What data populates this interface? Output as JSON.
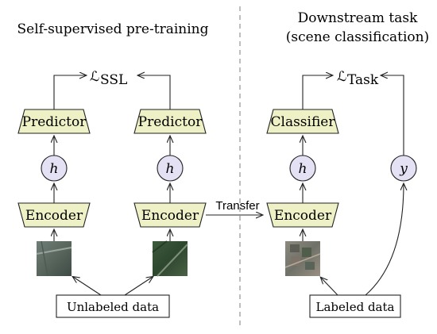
{
  "sections": {
    "left_title": "Self-supervised pre-training",
    "right_title_line1": "Downstream task",
    "right_title_line2": "(scene classification)"
  },
  "blocks": {
    "predictor": "Predictor",
    "classifier": "Classifier",
    "encoder": "Encoder"
  },
  "variables": {
    "representation": "h",
    "label": "y"
  },
  "losses": {
    "ssl_symbol": "ℒ",
    "ssl_subscript": "SSL",
    "task_symbol": "ℒ",
    "task_subscript": "Task"
  },
  "transfer_label": "Transfer",
  "data_boxes": {
    "unlabeled": "Unlabeled data",
    "labeled": "Labeled data"
  },
  "colors": {
    "block_fill": "#eef0c6",
    "circle_fill": "#e4e1f5"
  },
  "images": [
    "satellite-thumbnail-1",
    "satellite-thumbnail-2",
    "satellite-thumbnail-3"
  ]
}
